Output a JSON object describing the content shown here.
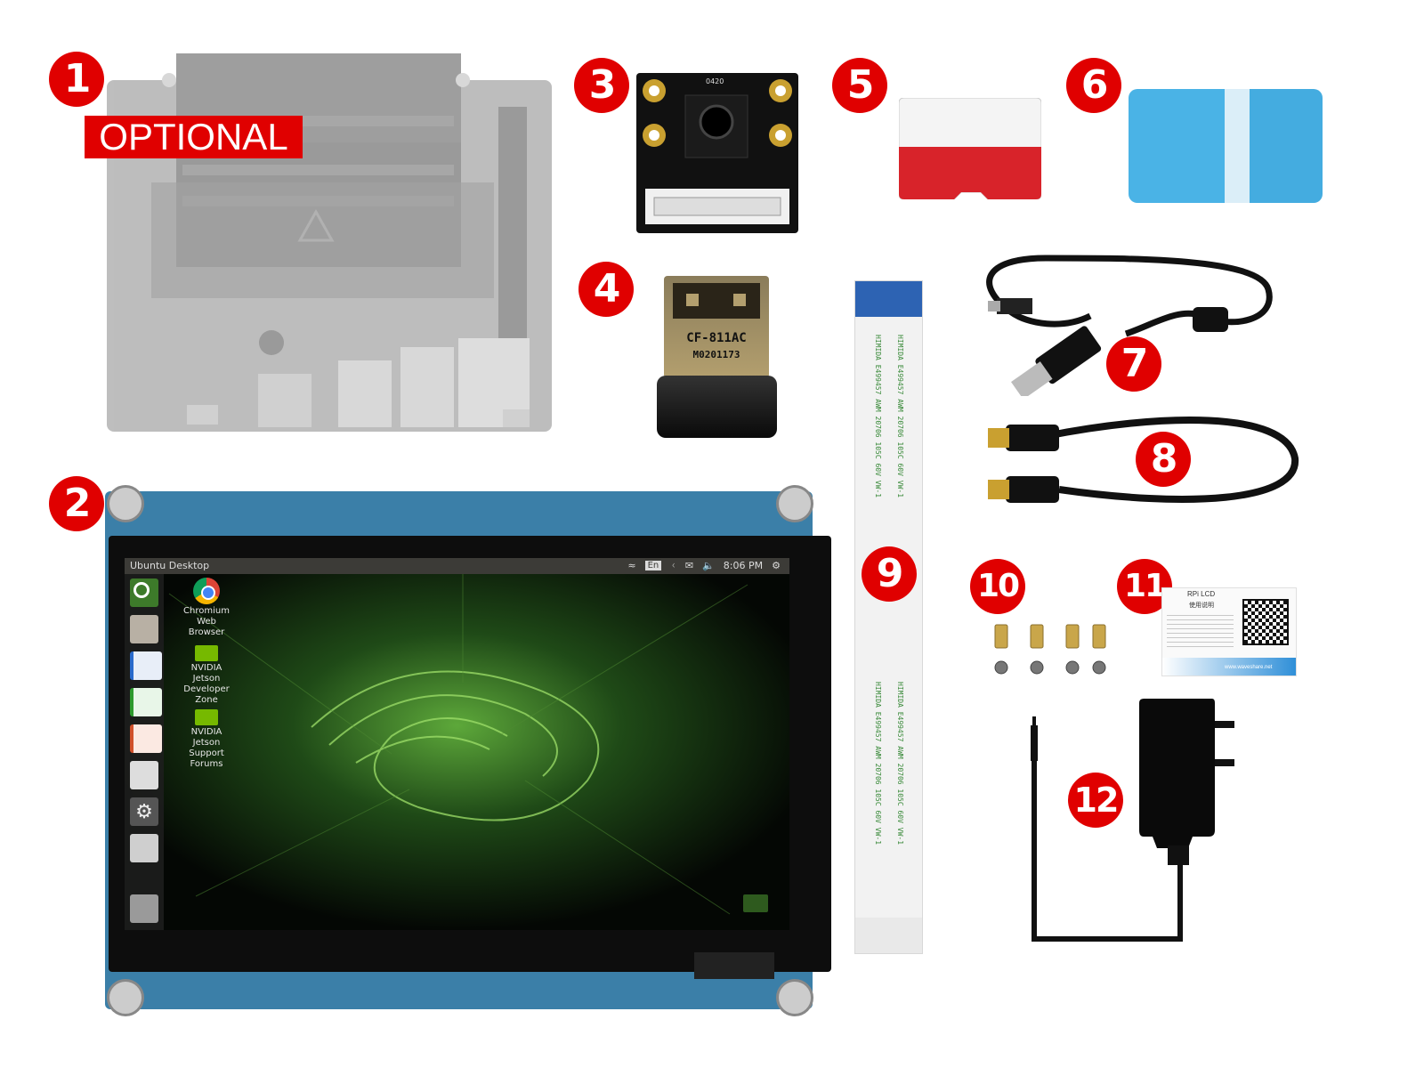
{
  "badges": [
    "1",
    "2",
    "3",
    "4",
    "5",
    "6",
    "7",
    "8",
    "9",
    "10",
    "11",
    "12"
  ],
  "optional_label": "OPTIONAL",
  "camera": {
    "top_text": "0420"
  },
  "wifi_dongle": {
    "model": "CF-811AC",
    "serial": "M0201173"
  },
  "screen": {
    "topbar_title": "Ubuntu Desktop",
    "lang": "En",
    "time": "8:06 PM",
    "desktop_icons": [
      {
        "label": "Chromium Web Browser",
        "icon": "chromium-icon"
      },
      {
        "label": "NVIDIA Jetson Developer Zone",
        "icon": "nvidia-icon"
      },
      {
        "label": "NVIDIA Jetson Support Forums",
        "icon": "nvidia-icon"
      }
    ]
  },
  "ffc_cable": {
    "print": "HIMIDA E499457 AWM 20706 105C 60V VW-1"
  },
  "manual_card": {
    "title": "RPi LCD",
    "subtitle": "使用说明",
    "footer": "www.waveshare.net"
  },
  "colors": {
    "badge": "#e00000",
    "lcd_board": "#3b7fa8",
    "blue_case": "#4ab3e6"
  }
}
